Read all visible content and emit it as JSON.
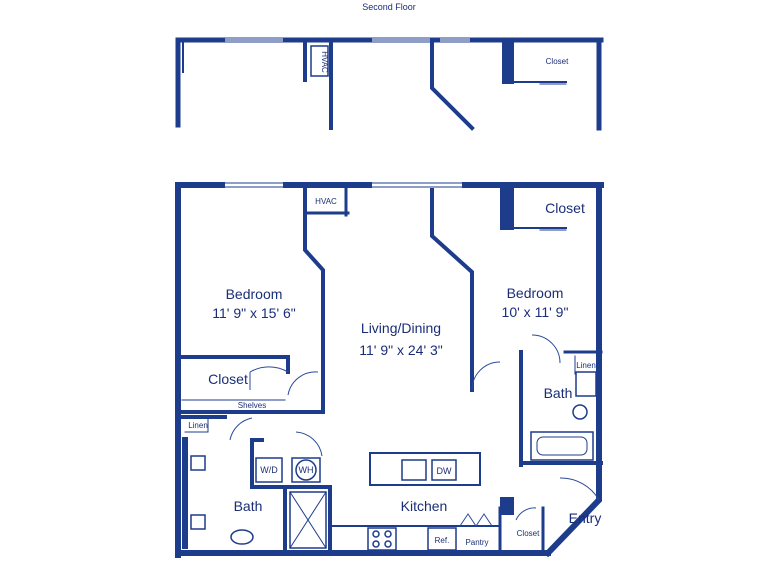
{
  "floor_label": "Second Floor",
  "rooms": {
    "bedroom_left": {
      "name": "Bedroom",
      "size": "11' 9\" x 15' 6\""
    },
    "living": {
      "name": "Living/Dining",
      "size": "11' 9\" x 24' 3\""
    },
    "bedroom_right": {
      "name": "Bedroom",
      "size": "10' x 11' 9\""
    },
    "bath_right": "Bath",
    "bath_left": "Bath",
    "kitchen": "Kitchen",
    "entry": "Entry"
  },
  "fixtures": {
    "hvac_top": "HVAC",
    "hvac_main": "HVAC",
    "closet_top": "Closet",
    "closet_right": "Closet",
    "closet_left": "Closet",
    "closet_entry": "Closet",
    "shelves": "Shelves",
    "linen_left": "Linen",
    "linen_right": "Linen",
    "washer_dryer": "W/D",
    "water_heater": "WH",
    "dishwasher": "DW",
    "refrigerator": "Ref.",
    "pantry": "Pantry"
  },
  "colors": {
    "wall": "#1e3c8c",
    "thin": "#2a4a9a",
    "label": "#1a2e78"
  }
}
